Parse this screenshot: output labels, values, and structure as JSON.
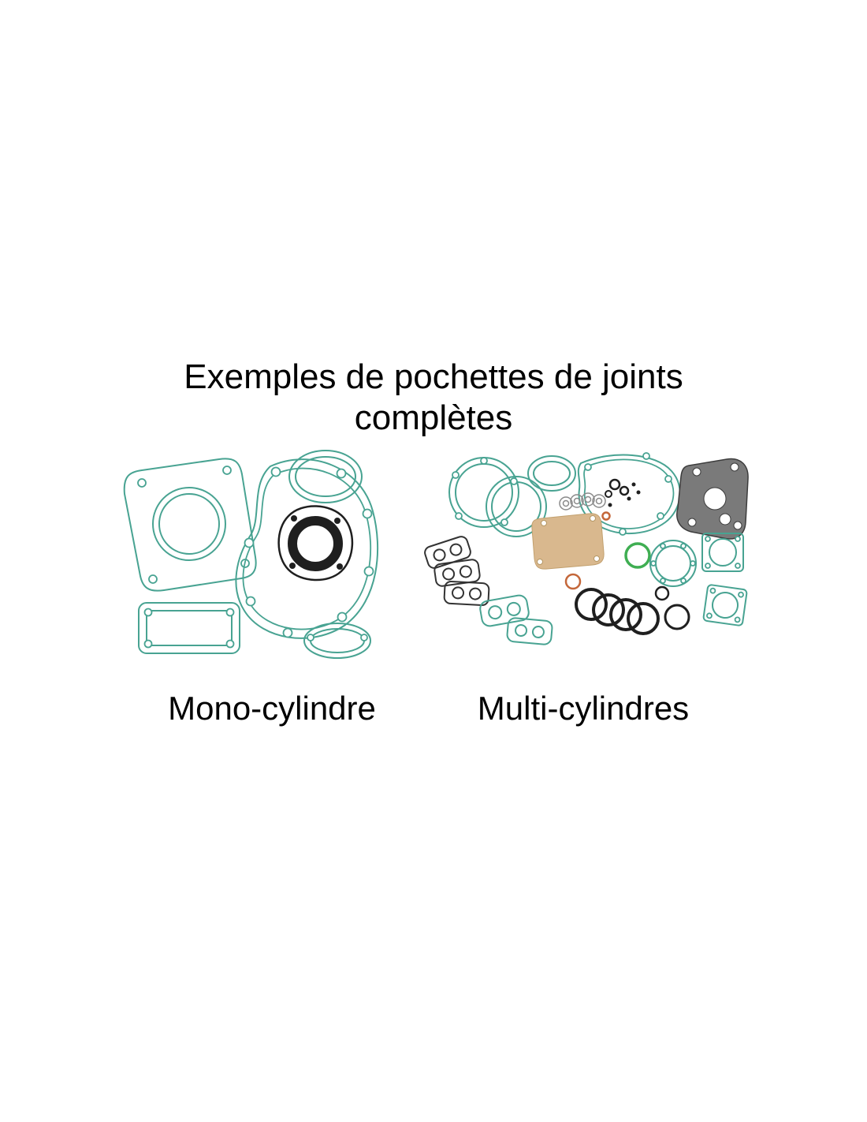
{
  "title": {
    "line1": "Exemples de pochettes de joints",
    "line2": "complètes"
  },
  "captions": {
    "left": "Mono-cylindre",
    "right": "Multi-cylindres"
  },
  "icons": {
    "left_illustration": "mono-cylinder-gasket-kit-illustration",
    "right_illustration": "multi-cylinder-gasket-kit-illustration"
  },
  "colors": {
    "gasket_teal": "#48a392",
    "gasket_black": "#1f1f1f",
    "paper_tan": "#d9b88e",
    "metal_gray": "#7a7a7a",
    "oring_green": "#3fae52",
    "oring_orange": "#c4673a",
    "background": "#ffffff",
    "text": "#000000"
  }
}
